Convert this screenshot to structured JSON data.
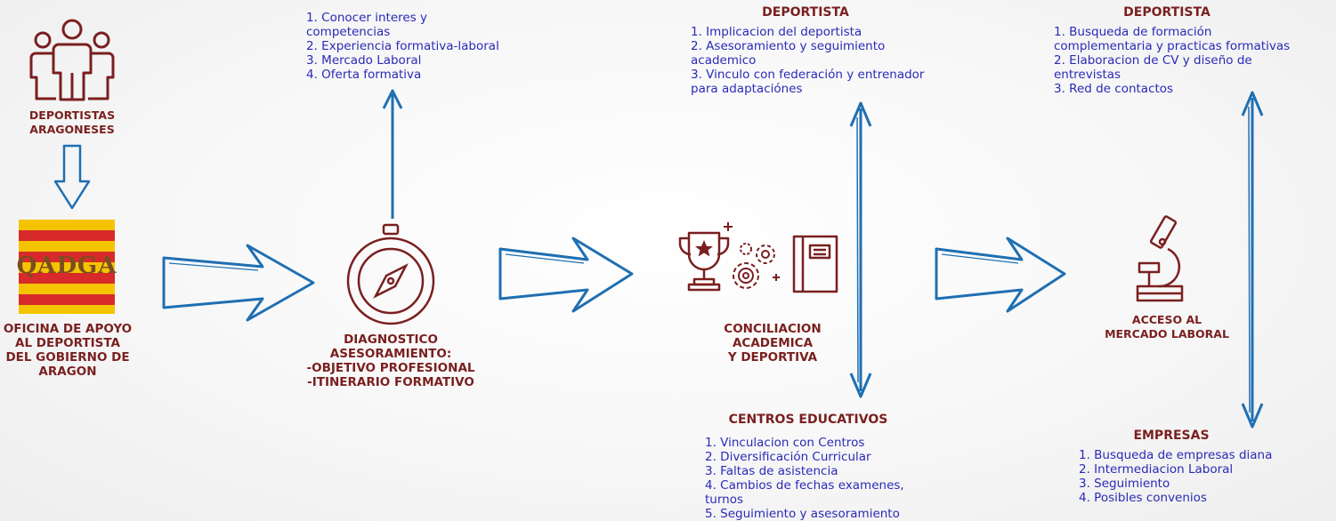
{
  "colors": {
    "dark_red": "#7a1f1f",
    "blue_text": "#2a2ab8",
    "arrow_blue": "#1f6fb2",
    "flag_red": "#d82a2a",
    "flag_yellow": "#f5c400"
  },
  "athletes": {
    "icon": "people-icon",
    "label_lines": [
      "DEPORTISTAS",
      "ARAGONESES"
    ]
  },
  "office": {
    "logo_text": "QADGA",
    "label_lines": [
      "OFICINA DE APOYO",
      "AL DEPORTISTA",
      "DEL GOBIERNO DE",
      "ARAGON"
    ]
  },
  "diagnosis": {
    "icon": "compass-icon",
    "label_lines": [
      "DIAGNOSTICO",
      "ASESORAMIENTO:",
      "-OBJETIVO PROFESIONAL",
      "-ITINERARIO FORMATIVO"
    ],
    "items": [
      "1. Conocer interes y",
      "competencias",
      "2. Experiencia formativa-laboral",
      "3. Mercado Laboral",
      "4. Oferta formativa"
    ]
  },
  "conciliation": {
    "label_lines": [
      "CONCILIACION",
      "ACADEMICA",
      "Y DEPORTIVA"
    ],
    "athlete_title": "DEPORTISTA",
    "athlete_items": [
      "1. Implicacion del deportista",
      "2. Asesoramiento y seguimiento",
      "academico",
      "3. Vinculo con federación y entrenador",
      "para adaptaciónes"
    ],
    "schools_title": "CENTROS EDUCATIVOS",
    "schools_items": [
      "1. Vinculacion con Centros",
      "2. Diversificación Curricular",
      "3. Faltas de asistencia",
      "4. Cambios de fechas examenes,",
      "turnos",
      "5. Seguimiento y asesoramiento"
    ]
  },
  "labor": {
    "icon": "microscope-icon",
    "label_lines": [
      "ACCESO AL",
      "MERCADO LABORAL"
    ],
    "athlete_title": "DEPORTISTA",
    "athlete_items": [
      "1. Busqueda de formación",
      "complementaria y practicas formativas",
      "2. Elaboracion de CV y diseño de",
      "entrevistas",
      "3. Red de contactos"
    ],
    "companies_title": "EMPRESAS",
    "companies_items": [
      "1. Busqueda de empresas diana",
      "2. Intermediacion Laboral",
      "3. Seguimiento",
      "4. Posibles convenios"
    ]
  }
}
